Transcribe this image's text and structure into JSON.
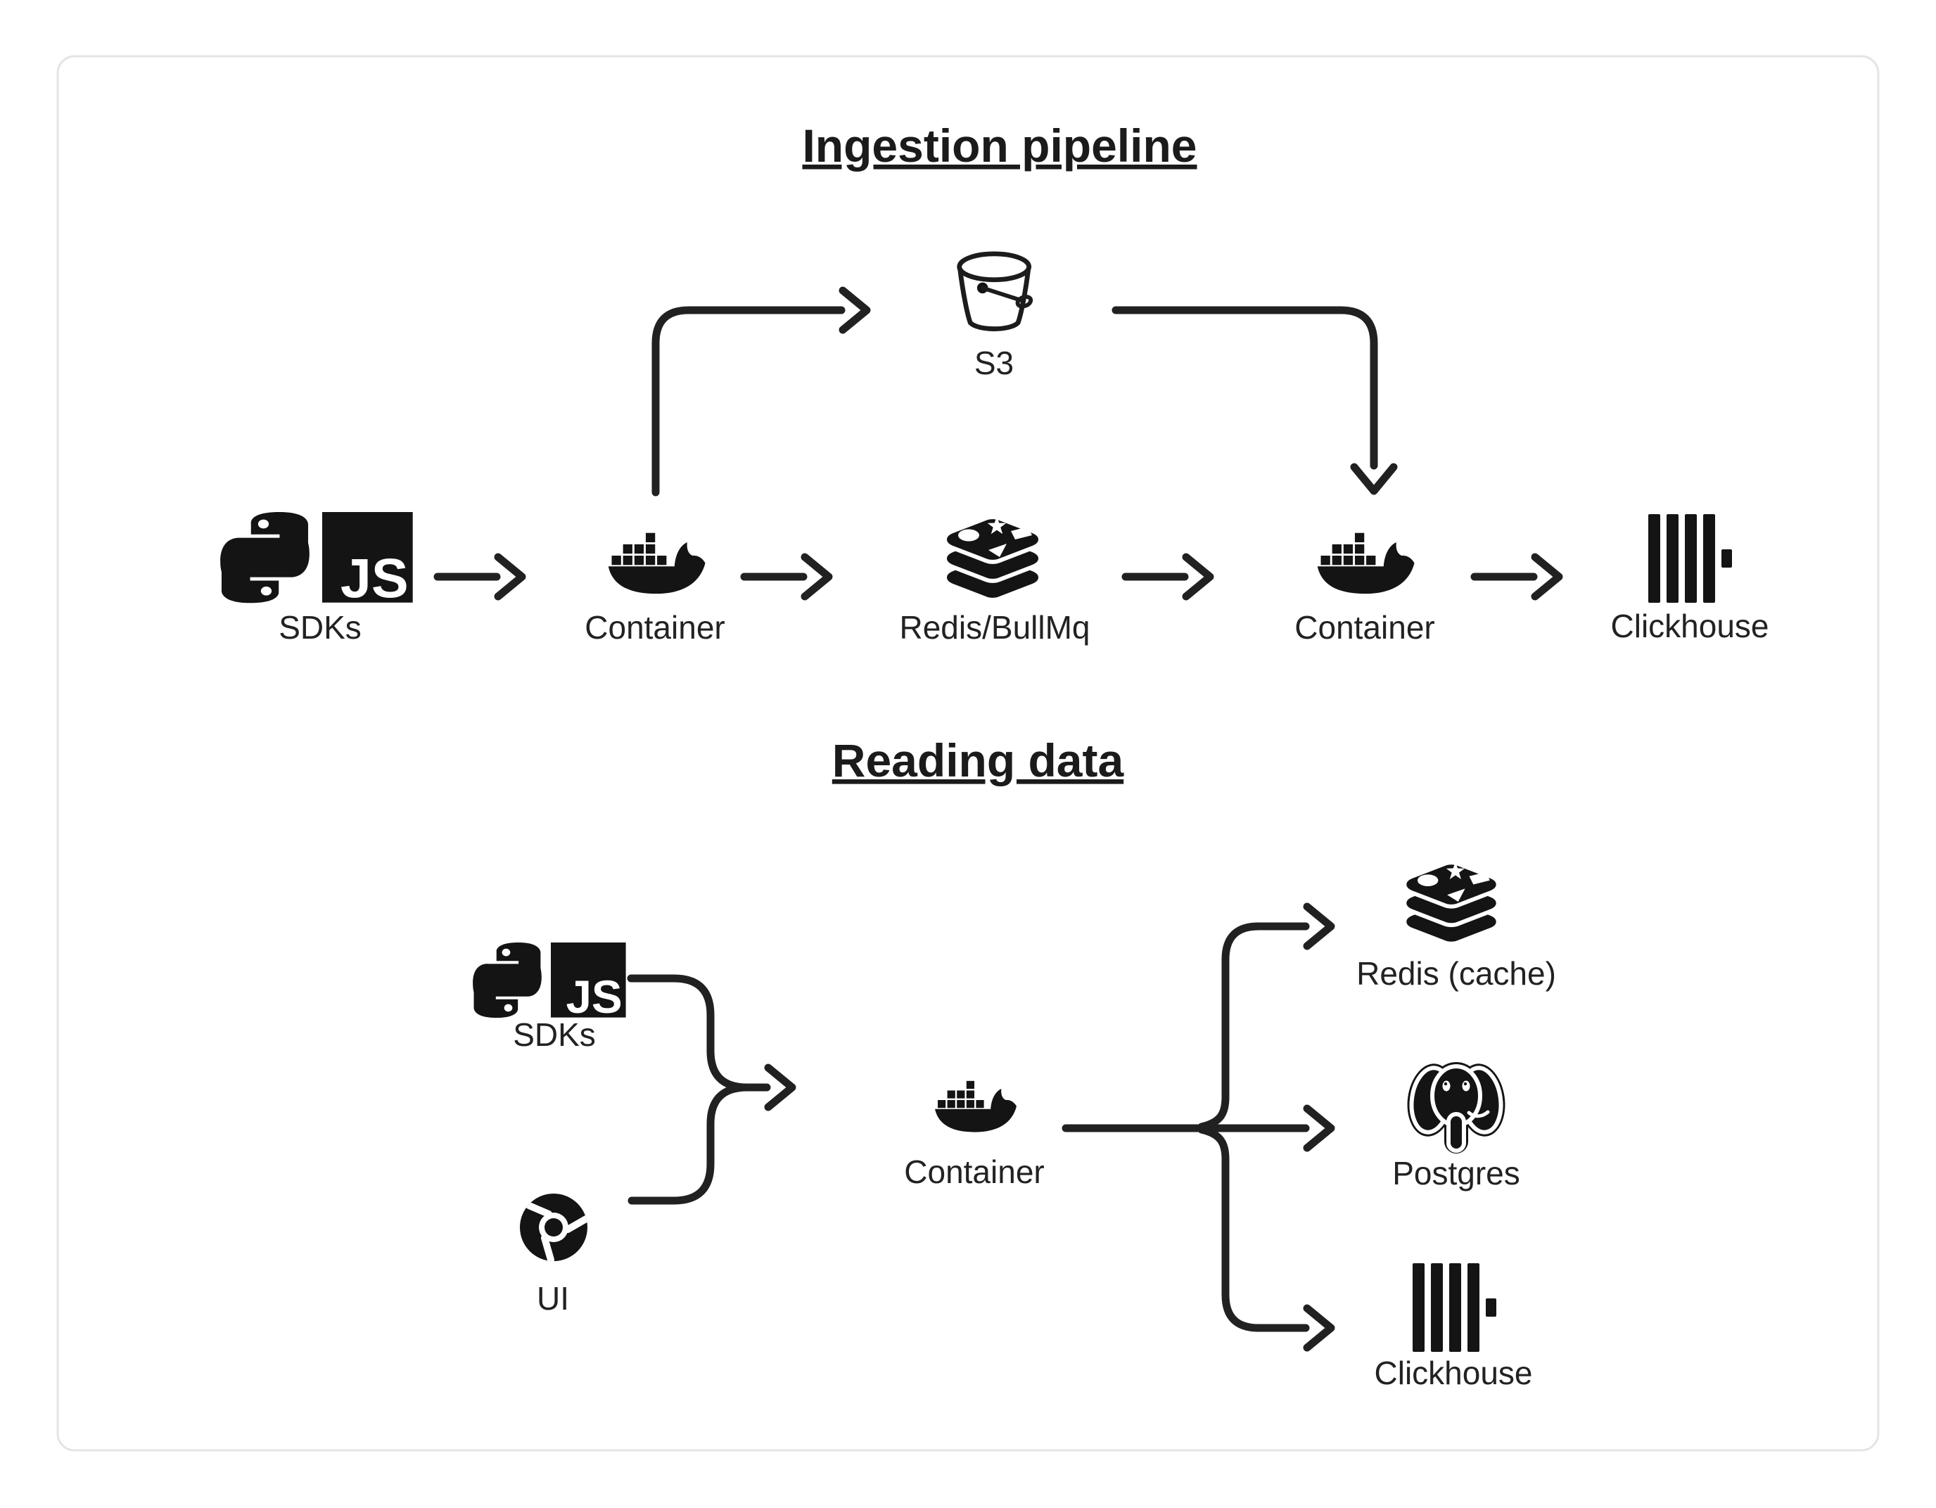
{
  "canvas": {
    "background": "#ffffff",
    "card_border_color": "#e4e4e6",
    "line_color": "#212121",
    "text_color": "#222222"
  },
  "logos": {
    "js_text": "JS",
    "icons": [
      "python-icon",
      "js-icon",
      "docker-whale-icon",
      "redis-stack-icon",
      "s3-bucket-icon",
      "clickhouse-bars-icon",
      "postgres-elephant-icon",
      "chrome-icon"
    ]
  },
  "ingestion": {
    "title": "Ingestion pipeline",
    "sdks_label": "SDKs",
    "s3_label": "S3",
    "container_in_label": "Container",
    "queue_label": "Redis/BullMq",
    "container_out_label": "Container",
    "clickhouse_label": "Clickhouse"
  },
  "reading": {
    "title": "Reading data",
    "sdks_label": "SDKs",
    "ui_label": "UI",
    "container_label": "Container",
    "cache_label": "Redis (cache)",
    "db_label": "Postgres",
    "olap_label": "Clickhouse"
  }
}
